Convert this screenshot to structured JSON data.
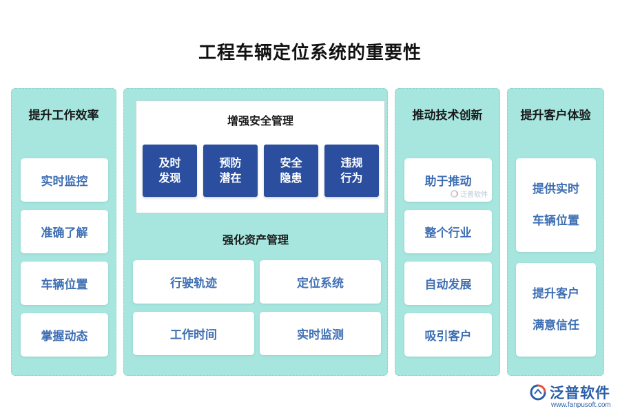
{
  "title": "工程车辆定位系统的重要性",
  "col1": {
    "title": "提升工作效率",
    "items": [
      "实时监控",
      "准确了解",
      "车辆位置",
      "掌握动态"
    ]
  },
  "col2": {
    "safety": {
      "title": "增强安全管理",
      "boxes": [
        {
          "line1": "及时",
          "line2": "发现"
        },
        {
          "line1": "预防",
          "line2": "潜在"
        },
        {
          "line1": "安全",
          "line2": "隐患"
        },
        {
          "line1": "违规",
          "line2": "行为"
        }
      ]
    },
    "asset": {
      "title": "强化资产管理",
      "items": [
        "行驶轨迹",
        "定位系统",
        "工作时间",
        "实时监测"
      ]
    }
  },
  "col3": {
    "title": "推动技术创新",
    "items": [
      "助于推动",
      "整个行业",
      "自动发展",
      "吸引客户"
    ]
  },
  "col4": {
    "title": "提升客户体验",
    "cards": [
      {
        "line1": "提供实时",
        "line2": "车辆位置"
      },
      {
        "line1": "提升客户",
        "line2": "满意信任"
      }
    ]
  },
  "watermark": "泛普软件",
  "logo": {
    "text": "泛普软件",
    "url": "www.fanpusoft.com"
  },
  "colors": {
    "panel": "#a6e6df",
    "card_text": "#3f6fb3",
    "blue_box": "#2b4f9e"
  }
}
